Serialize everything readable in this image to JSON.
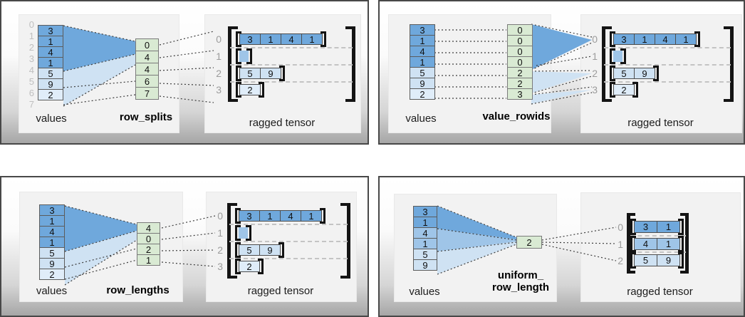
{
  "colors": {
    "dark_blue": "#6fa8dc",
    "medium_blue": "#9fc5e8",
    "light_blue": "#cfe2f3",
    "pale_blue": "#e0edf9",
    "green": "#d9ead3"
  },
  "panels": [
    {
      "name": "row_splits",
      "values_label": "values",
      "param_label": "row_splits",
      "tensor_label": "ragged tensor",
      "value_indices": [
        "0",
        "1",
        "2",
        "3",
        "4",
        "5",
        "6",
        "7"
      ],
      "values": [
        "3",
        "1",
        "4",
        "1",
        "5",
        "9",
        "2"
      ],
      "param": [
        "0",
        "4",
        "4",
        "6",
        "7"
      ],
      "row_indices": [
        "0",
        "1",
        "2",
        "3"
      ],
      "rows": [
        [
          "3",
          "1",
          "4",
          "1"
        ],
        [],
        [
          "5",
          "9"
        ],
        [
          "2"
        ]
      ]
    },
    {
      "name": "value_rowids",
      "values_label": "values",
      "param_label": "value_rowids",
      "tensor_label": "ragged tensor",
      "values": [
        "3",
        "1",
        "4",
        "1",
        "5",
        "9",
        "2"
      ],
      "param": [
        "0",
        "0",
        "0",
        "0",
        "2",
        "2",
        "3"
      ],
      "row_indices": [
        "0",
        "1",
        "2",
        "3"
      ],
      "rows": [
        [
          "3",
          "1",
          "4",
          "1"
        ],
        [],
        [
          "5",
          "9"
        ],
        [
          "2"
        ]
      ]
    },
    {
      "name": "row_lengths",
      "values_label": "values",
      "param_label": "row_lengths",
      "tensor_label": "ragged tensor",
      "values": [
        "3",
        "1",
        "4",
        "1",
        "5",
        "9",
        "2"
      ],
      "param": [
        "4",
        "0",
        "2",
        "1"
      ],
      "row_indices": [
        "0",
        "1",
        "2",
        "3"
      ],
      "rows": [
        [
          "3",
          "1",
          "4",
          "1"
        ],
        [],
        [
          "5",
          "9"
        ],
        [
          "2"
        ]
      ]
    },
    {
      "name": "uniform_row_length",
      "values_label": "values",
      "param_label_line1": "uniform_",
      "param_label_line2": "row_length",
      "tensor_label": "ragged tensor",
      "values": [
        "3",
        "1",
        "4",
        "1",
        "5",
        "9"
      ],
      "param": [
        "2"
      ],
      "row_indices": [
        "0",
        "1",
        "2"
      ],
      "rows": [
        [
          "3",
          "1"
        ],
        [
          "4",
          "1"
        ],
        [
          "5",
          "9"
        ]
      ]
    }
  ]
}
